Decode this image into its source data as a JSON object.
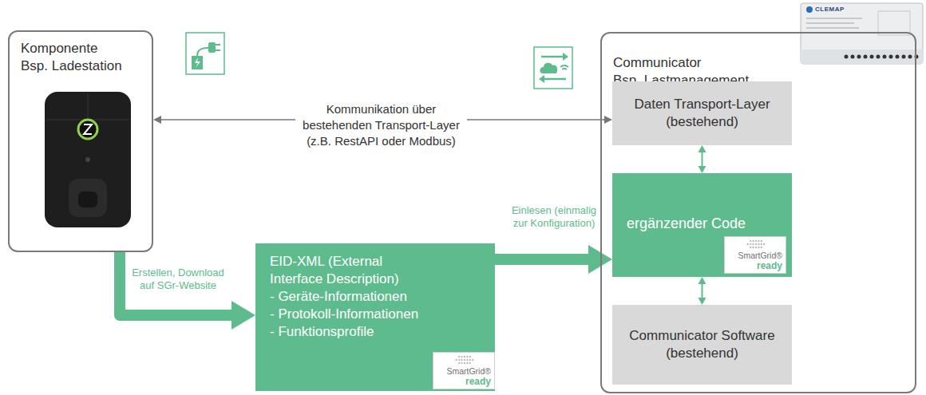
{
  "diagram": {
    "nodes": [
      {
        "text": [
          "Komponente",
          "Bsp. Ladestation"
        ]
      },
      {
        "text": [
          "Communicator",
          "Bsp. Lastmanagement"
        ]
      },
      {
        "text": [
          "Daten Transport-Layer (bestehend)"
        ],
        "in": 1
      },
      {
        "text": [
          "ergänzender Code"
        ],
        "in": 1
      },
      {
        "text": [
          "Communicator Software (bestehend)"
        ],
        "in": 1
      },
      {
        "text": [
          "EID-XML (External Interface Description)",
          "- Geräte-Informationen",
          "- Protokoll-Informationen",
          "- Funktionsprofile"
        ]
      }
    ],
    "edges": [
      {
        "from": 0,
        "to": 2,
        "arrow": "both",
        "label": "Kommunikation über bestehenden Transport-Layer (z.B. RestAPI oder Modbus)"
      },
      {
        "from": 2,
        "to": 3,
        "arrow": "both"
      },
      {
        "from": 3,
        "to": 4,
        "arrow": "both"
      },
      {
        "from": 0,
        "to": 5,
        "arrow": "to",
        "label": "Erstellen, Download auf SGr-Website"
      },
      {
        "from": 5,
        "to": 3,
        "arrow": "to",
        "label": "Einlesen (einmalig zur Konfiguration)"
      }
    ],
    "labels": [
      "CLEMAP",
      "SmartGrid®",
      "ready",
      "SmartGrid®",
      "ready"
    ]
  }
}
